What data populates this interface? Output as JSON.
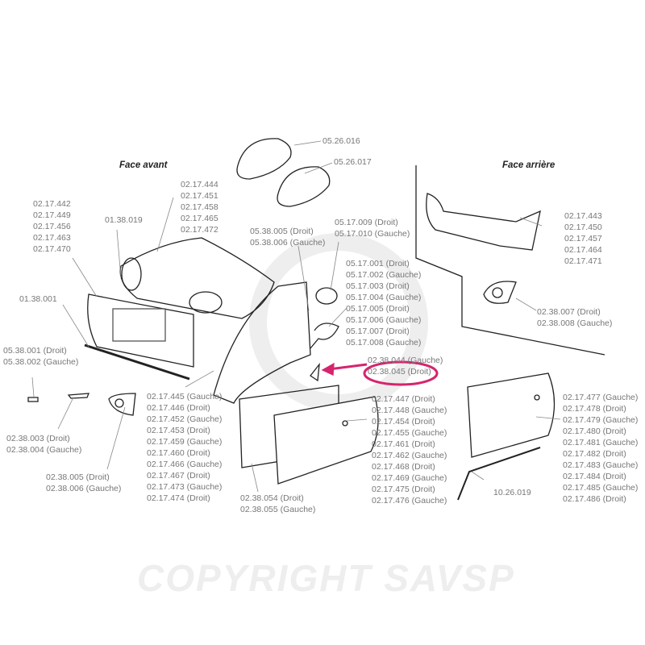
{
  "sections": {
    "front": "Face avant",
    "rear": "Face arrière"
  },
  "watermark": "COPYRIGHT SAVSP",
  "highlight_color": "#d6246e",
  "highlighted_part": "02.38.045 (Droit)",
  "groups": {
    "hood": [
      "02.17.444",
      "02.17.451",
      "02.17.458",
      "02.17.465",
      "02.17.472"
    ],
    "front_bumper": [
      "02.17.442",
      "02.17.449",
      "02.17.456",
      "02.17.463",
      "02.17.470"
    ],
    "badge": [
      "01.38.019"
    ],
    "front_lip": [
      "01.38.001"
    ],
    "headlight_right": [
      "05.26.016"
    ],
    "headlight_left": [
      "05.26.017"
    ],
    "side_repeater": [
      "05.38.005 (Droit)",
      "05.38.006 (Gauche)"
    ],
    "mirror_glass": [
      "05.17.009 (Droit)",
      "05.17.010 (Gauche)"
    ],
    "mirror": [
      "05.17.001 (Droit)",
      "05.17.002 (Gauche)",
      "05.17.003 (Droit)",
      "05.17.004 (Gauche)",
      "05.17.005 (Droit)",
      "05.17.006 (Gauche)",
      "05.17.007 (Droit)",
      "05.17.008 (Gauche)"
    ],
    "door_triangle": [
      "02.38.044 (Gauche)",
      "02.38.045 (Droit)"
    ],
    "rear_bumper": [
      "02.17.443",
      "02.17.450",
      "02.17.457",
      "02.17.464",
      "02.17.471"
    ],
    "rear_fog": [
      "02.38.007 (Droit)",
      "02.38.008 (Gauche)"
    ],
    "front_indicator": [
      "05.38.001 (Droit)",
      "05.38.002 (Gauche)"
    ],
    "front_trim": [
      "02.38.003 (Droit)",
      "02.38.004 (Gauche)"
    ],
    "front_fog_surround": [
      "02.38.005 (Droit)",
      "02.38.006 (Gauche)"
    ],
    "front_wing": [
      "02.17.445 (Gauche)",
      "02.17.446 (Droit)",
      "02.17.452 (Gauche)",
      "02.17.453 (Droit)",
      "02.17.459 (Gauche)",
      "02.17.460 (Droit)",
      "02.17.466 (Gauche)",
      "02.17.467 (Droit)",
      "02.17.473 (Gauche)",
      "02.17.474 (Droit)"
    ],
    "door_skin": [
      "02.17.447 (Droit)",
      "02.17.448 (Gauche)",
      "02.17.454 (Droit)",
      "02.17.455 (Gauche)",
      "02.17.461 (Droit)",
      "02.17.462 (Gauche)",
      "02.17.468 (Droit)",
      "02.17.469 (Gauche)",
      "02.17.475 (Droit)",
      "02.17.476 (Gauche)"
    ],
    "door_frame": [
      "02.38.054 (Droit)",
      "02.38.055 (Gauche)"
    ],
    "door_seal": [
      "10.26.019"
    ],
    "rear_door": [
      "02.17.477 (Gauche)",
      "02.17.478 (Droit)",
      "02.17.479 (Gauche)",
      "02.17.480 (Droit)",
      "02.17.481 (Gauche)",
      "02.17.482 (Droit)",
      "02.17.483 (Gauche)",
      "02.17.484 (Droit)",
      "02.17.485 (Gauche)",
      "02.17.486 (Droit)"
    ]
  }
}
